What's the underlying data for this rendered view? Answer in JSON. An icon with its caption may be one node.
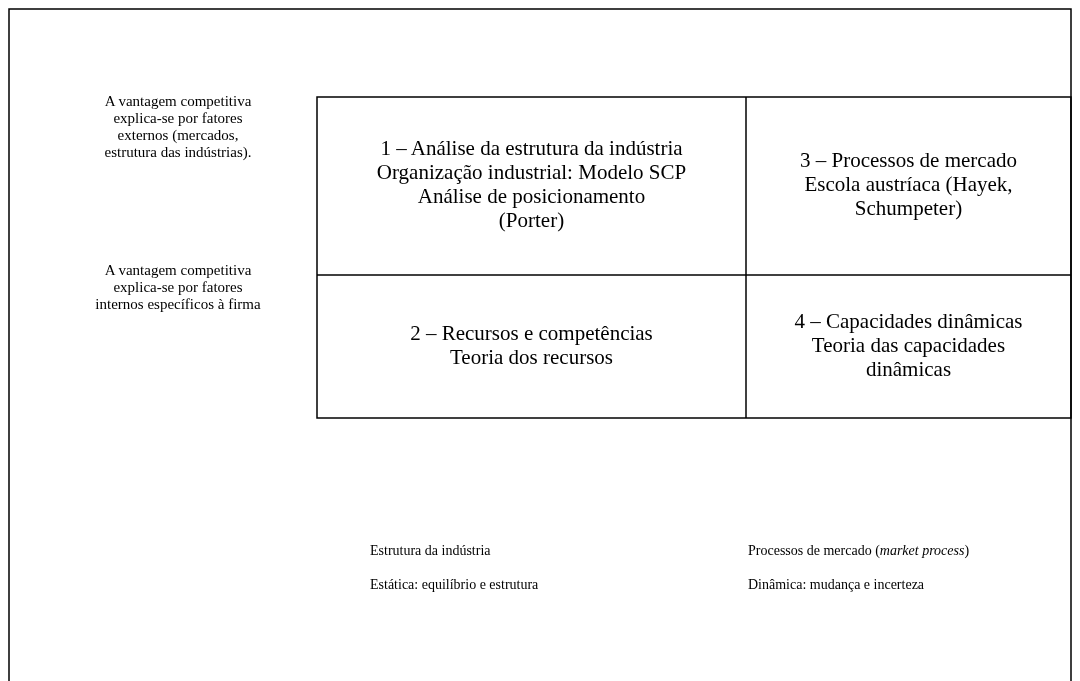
{
  "diagram": {
    "nodes": [
      {
        "text": [
          "1 – Análise da estrutura da indústria",
          "Organização industrial: Modelo SCP",
          "Análise de posicionamento (Porter)"
        ]
      },
      {
        "text": [
          "3 – Processos de mercado",
          "Escola austríaca (Hayek, Schumpeter)"
        ]
      },
      {
        "text": [
          "2 – Recursos e competências",
          "Teoria dos recursos"
        ]
      },
      {
        "text": [
          "4 – Capacidades dinâmicas",
          "Teoria das capacidades dinâmicas"
        ]
      }
    ],
    "edges": [],
    "labels": [
      "A vantagem competitiva explica-se por fatores externos (mercados, estrutura das indústrias).",
      "A vantagem competitiva explica-se por fatores internos específicos à firma",
      "Estrutura da indústria",
      "Processos de mercado (*market process*)",
      "Estática: equilíbrio e estrutura",
      "Dinâmica: mudança e incerteza"
    ]
  }
}
